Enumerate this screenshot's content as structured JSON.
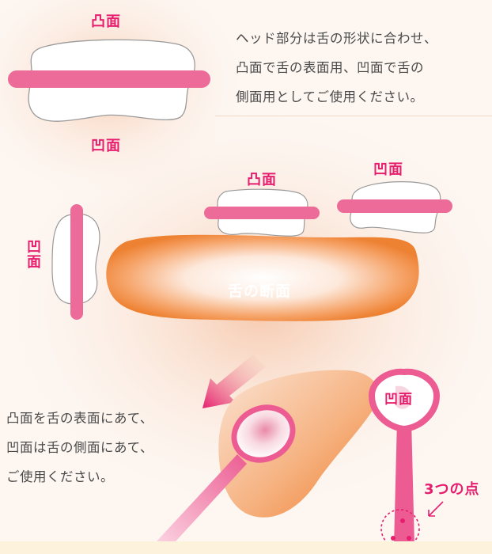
{
  "top": {
    "convex_label": "凸面",
    "concave_label": "凹面",
    "description": [
      "ヘッド部分は舌の形状に合わせ、",
      "凸面で舌の表面用、凹面で舌の",
      "側面用としてご使用ください。"
    ]
  },
  "middle": {
    "convex_label": "凸面",
    "concave_label_right": "凹面",
    "concave_label_left": "凹面",
    "cross_section_label": "舌の断面"
  },
  "bottom": {
    "instructions": [
      "凸面を舌の表面にあて、",
      "凹面は舌の側面にあて、",
      "ご使用ください。"
    ],
    "concave_label": "凹面",
    "three_dots_label": "3つの点"
  },
  "colors": {
    "accent_pink": "#e61e6e",
    "bar_pink": "#ec6b98",
    "tongue_orange": "#f08a3a",
    "text_gray": "#4a4a4a"
  }
}
